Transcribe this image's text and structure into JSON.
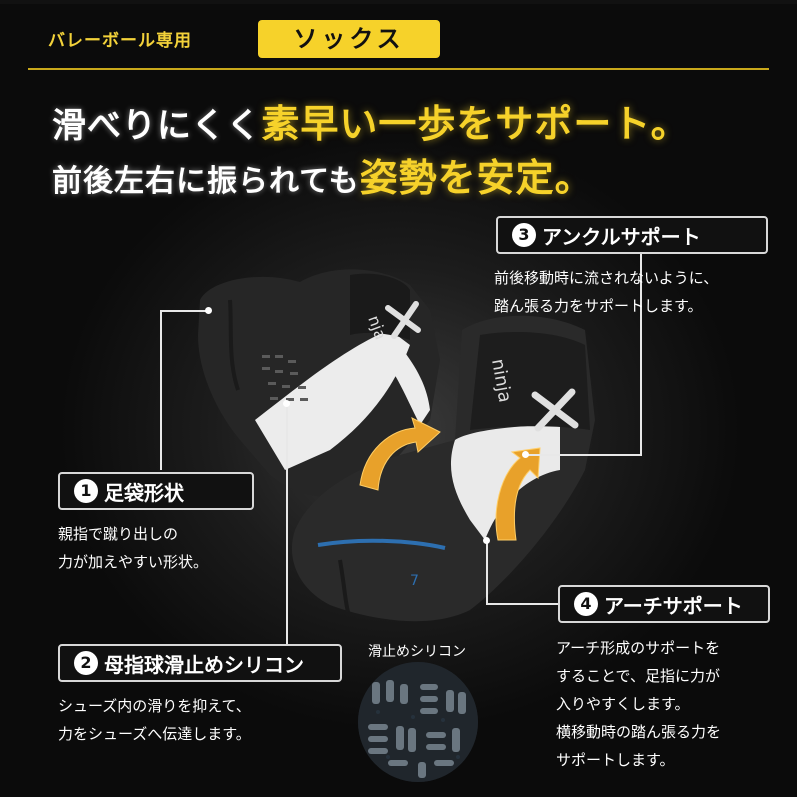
{
  "header": {
    "category": "バレーボール専用",
    "badge": "ソックス"
  },
  "headline": {
    "line1_a": "滑べりにくく",
    "line1_b": "素早い一歩をサポート。",
    "line2_a": "前後左右に振られても",
    "line2_b": "姿勢を安定。"
  },
  "colors": {
    "accent": "#f6d22a",
    "background": "#1c1c1c",
    "arrow": "#e8a12a"
  },
  "features": [
    {
      "num": "1",
      "title": "足袋形状",
      "desc": [
        "親指で蹴り出しの",
        "力が加えやすい形状。"
      ]
    },
    {
      "num": "2",
      "title": "母指球滑止めシリコン",
      "desc": [
        "シューズ内の滑りを抑えて、",
        "力をシューズへ伝達します。"
      ]
    },
    {
      "num": "3",
      "title": "アンクルサポート",
      "desc": [
        "前後移動時に流されないように、",
        "踏ん張る力をサポートします。"
      ]
    },
    {
      "num": "4",
      "title": "アーチサポート",
      "desc": [
        "アーチ形成のサポートを",
        "することで、足指に力が",
        "入りやすくします。",
        "横移動時の踏ん張る力を",
        "サポートします。"
      ]
    }
  ],
  "silicon_label": "滑止めシリコン",
  "icons": [
    "up-arrow-icon",
    "up-arrow-icon"
  ]
}
